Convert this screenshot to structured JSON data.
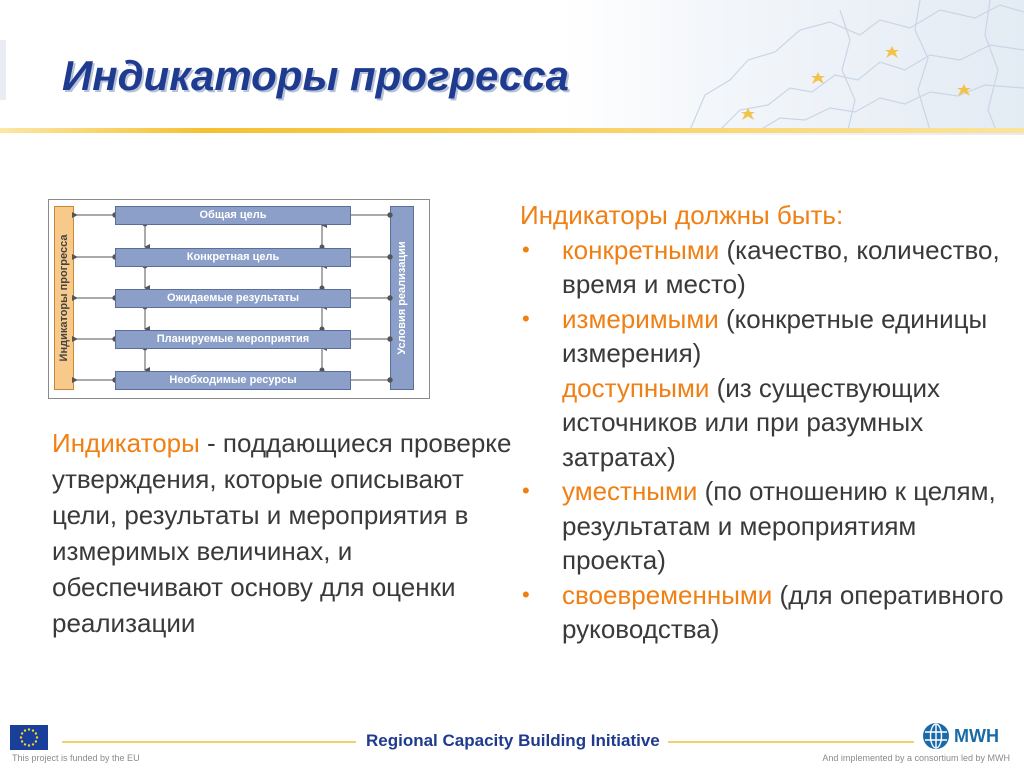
{
  "slide": {
    "title": "Индикаторы прогресса"
  },
  "diagram": {
    "left_label": "Индикаторы прогресса",
    "right_label": "Условия реализации",
    "levels": [
      "Общая цель",
      "Конкретная цель",
      "Ожидаемые результаты",
      "Планируемые мероприятия",
      "Необходимые ресурсы"
    ]
  },
  "left_text": {
    "term": "Индикаторы",
    "rest": " - поддающиеся проверке утверждения, которые описывают цели, результаты и мероприятия в измеримых величинах, и обеспечивают основу для оценки реализации"
  },
  "right_text": {
    "heading": "Индикаторы должны быть:",
    "items": [
      {
        "bullet": "•",
        "term": "конкретными",
        "rest": " (качество, количество, время и место)"
      },
      {
        "bullet": "•",
        "term": "измеримыми",
        "rest": " (конкретные единицы измерения)"
      },
      {
        "bullet": "",
        "term": "доступными",
        "rest": " (из существующих источников или при разумных затратах)"
      },
      {
        "bullet": "•",
        "term": "уместными",
        "rest": " (по отношению к целям, результатам и мероприятиям проекта)"
      },
      {
        "bullet": "•",
        "term": "своевременными",
        "rest": " (для оперативного руководства)"
      }
    ]
  },
  "footer": {
    "title": "Regional Capacity Building Initiative",
    "funded": "This project is funded by the EU",
    "implemented": "And implemented by a consortium led by MWH",
    "logo_text": "MWH"
  },
  "colors": {
    "title": "#1f3b8f",
    "accent": "#f07f14",
    "box_fill": "#8b9fc8",
    "left_bar": "#f7c98a",
    "footer_line": "#f4cf6a"
  }
}
